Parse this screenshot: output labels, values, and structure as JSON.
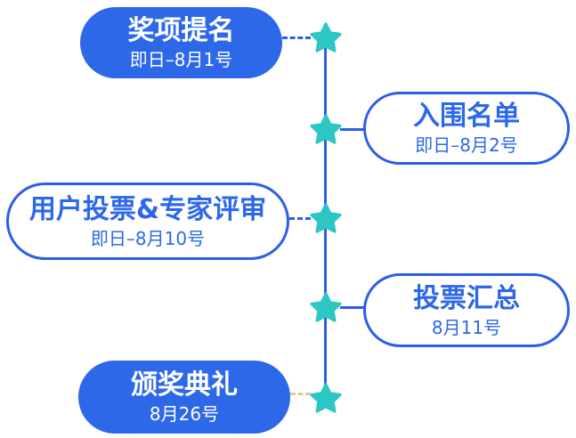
{
  "colors": {
    "primary_blue": "#2d68e8",
    "line_blue": "#2b5fe8",
    "star_teal": "#2cc6c5",
    "tan_dash": "#e8c896",
    "background": "#ffffff"
  },
  "icons": {
    "milestone_marker": "star-icon"
  },
  "timeline": {
    "steps": [
      {
        "title": "奖项提名",
        "date": "即日–8月1号",
        "style": "filled",
        "side": "left",
        "connector": "dashed-blue"
      },
      {
        "title": "入围名单",
        "date": "即日–8月2号",
        "style": "outline",
        "side": "right",
        "connector": "solid-blue"
      },
      {
        "title": "用户投票&专家评审",
        "date": "即日–8月10号",
        "style": "outline",
        "side": "left",
        "connector": "dashed-blue"
      },
      {
        "title": "投票汇总",
        "date": "8月11号",
        "style": "outline",
        "side": "right",
        "connector": "solid-blue"
      },
      {
        "title": "颁奖典礼",
        "date": "8月26号",
        "style": "filled",
        "side": "left",
        "connector": "dashed-tan"
      }
    ]
  }
}
